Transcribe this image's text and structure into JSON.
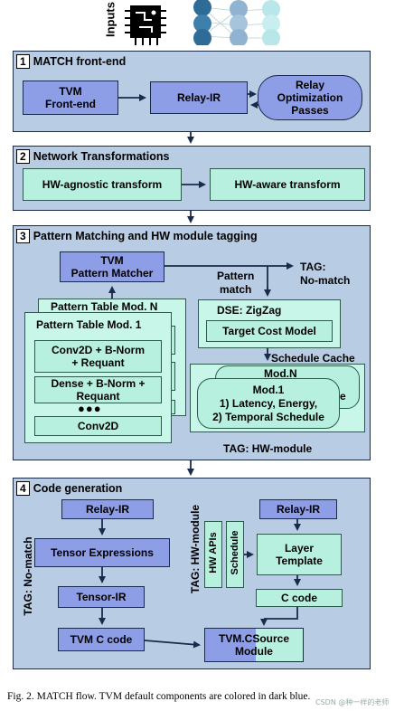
{
  "inputs_label": "Inputs",
  "section1": {
    "number": "1",
    "title": "MATCH front-end",
    "tvm_frontend": "TVM\nFront-end",
    "relay_ir": "Relay-IR",
    "relay_opt": "Relay\nOptimization\nPasses"
  },
  "section2": {
    "number": "2",
    "title": "Network Transformations",
    "hw_agnostic": "HW-agnostic transform",
    "hw_aware": "HW-aware transform"
  },
  "section3": {
    "number": "3",
    "title": "Pattern Matching and HW module tagging",
    "pattern_matcher": "TVM\nPattern Matcher",
    "tag_nomatch": "TAG:\nNo-match",
    "pattern_match": "Pattern\nmatch",
    "table_modn": "Pattern Table Mod. N",
    "table_mod1": "Pattern Table Mod. 1",
    "pattern1": "Conv2D + B-Norm\n+ Requant",
    "pattern2": "Dense + B-Norm +\nRequant",
    "dots": "●●●",
    "pattern3": "Conv2D",
    "dse": "DSE: ZigZag",
    "target_cost": "Target Cost Model",
    "schedule_cache": "Schedule Cache",
    "modn": "Mod.N",
    "mod1_text": "Mod.1\n1) Latency, Energy,\n2) Temporal Schedule",
    "mod_partial": "e",
    "tag_hwmodule": "TAG: HW-module"
  },
  "section4": {
    "number": "4",
    "title": "Code generation",
    "relay_ir_left": "Relay-IR",
    "tensor_expr": "Tensor Expressions",
    "tensor_ir": "Tensor-IR",
    "tvm_c_code": "TVM C code",
    "tag_nomatch_v": "TAG: No-match",
    "tag_hwmodule_v": "TAG: HW-module",
    "hw_apis": "HW APIs",
    "schedule": "Schedule",
    "relay_ir_right": "Relay-IR",
    "layer_template": "Layer\nTemplate",
    "c_code": "C code",
    "csource": "TVM.CSource\nModule"
  },
  "caption": "Fig. 2.  MATCH flow. TVM default components are colored in dark blue.",
  "watermark": "CSDN @种一样的老师"
}
